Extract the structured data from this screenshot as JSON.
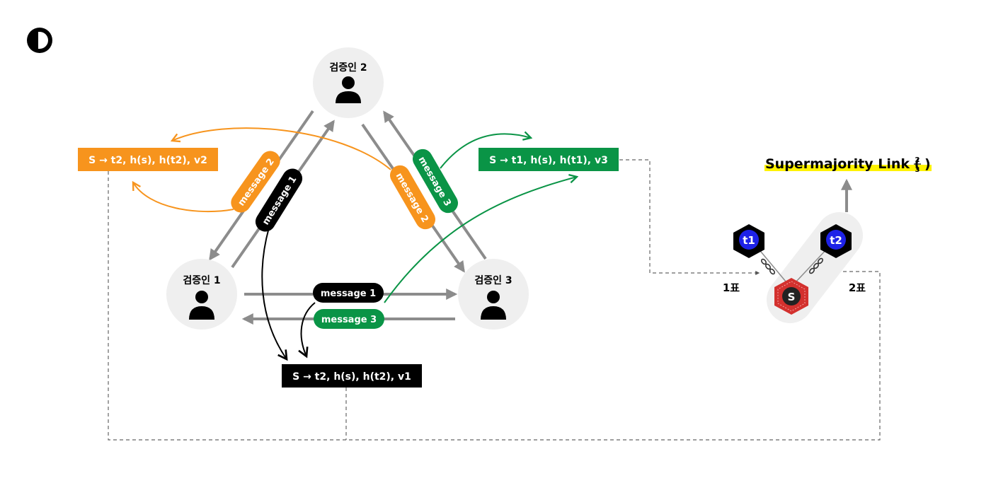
{
  "validators": {
    "v1": {
      "label": "검증인 1"
    },
    "v2": {
      "label": "검증인 2"
    },
    "v3": {
      "label": "검증인 3"
    }
  },
  "messages": {
    "m1": "message 1",
    "m2": "message 2",
    "m3": "message 3"
  },
  "boxes": {
    "orange": "S → t2, h(s), h(t2), v2",
    "green": "S → t1, h(s), h(t1), v3",
    "black": "S → t2, h(s), h(t2), v1"
  },
  "supermajority": {
    "prefix": "Supermajority Link (",
    "numerator": "2",
    "denominator": "3",
    "suffix": ")"
  },
  "checkpoints": {
    "t1": "t1",
    "t2": "t2",
    "s": "S"
  },
  "votes": {
    "one": "1표",
    "two": "2표"
  },
  "colors": {
    "orange": "#F7941D",
    "green": "#0A9446",
    "black": "#000000",
    "gray": "#8C8C8C",
    "node": "#EFEFEF",
    "checkpoint_blue": "#1E22E8",
    "source_red": "#D3312E",
    "highlight": "#FFF200"
  }
}
